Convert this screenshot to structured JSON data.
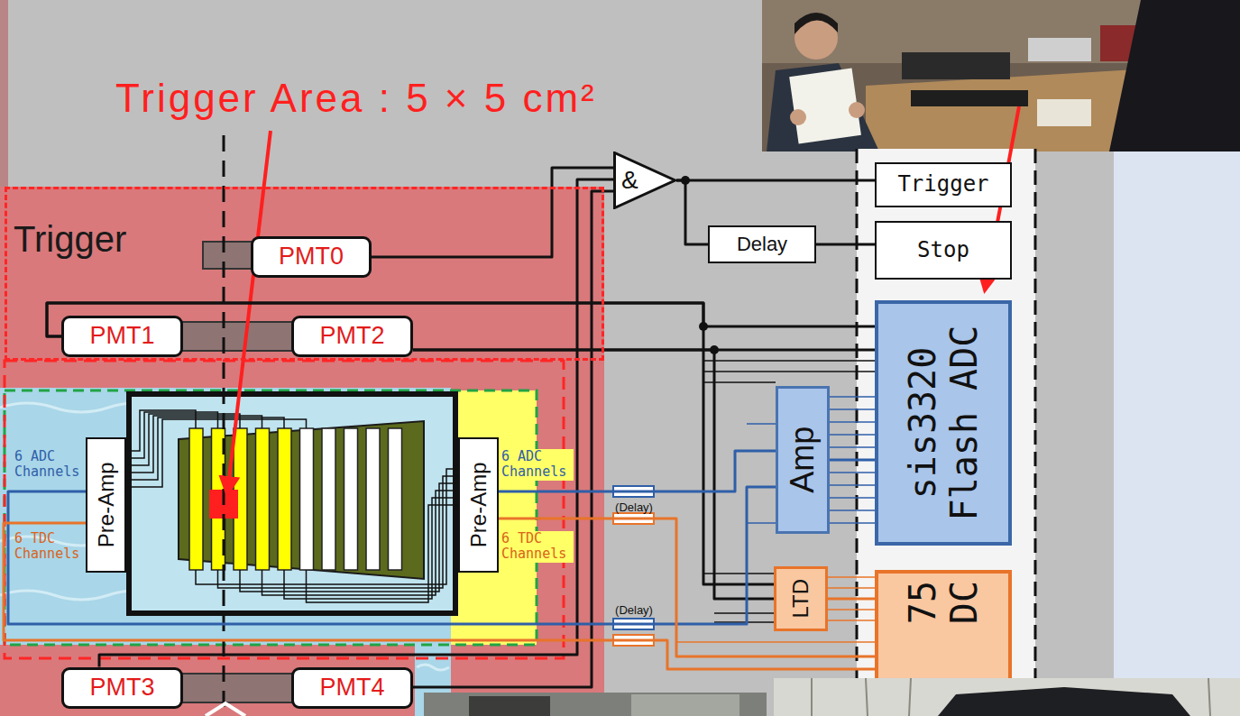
{
  "diagram": {
    "nodes": [
      {
        "text": [
          "Trigger"
        ]
      },
      {
        "text": [
          "PMT0"
        ],
        "in": 0
      },
      {
        "text": [
          "PMT1"
        ],
        "in": 0
      },
      {
        "text": [
          "PMT2"
        ],
        "in": 0
      },
      {
        "text": [
          "&"
        ]
      },
      {
        "text": [
          "Delay"
        ]
      },
      {
        "text": [
          "Trigger"
        ]
      },
      {
        "text": [
          "Stop"
        ]
      },
      {
        "text": [
          "sis3320 Flash ADC"
        ]
      },
      {
        "text": [
          "Pre-Amp"
        ]
      },
      {
        "text": [
          "Pre-Amp"
        ]
      },
      {
        "text": [
          "Amp"
        ]
      },
      {
        "text": [
          "LTD"
        ]
      },
      {
        "text": [
          "75 DC"
        ]
      },
      {
        "text": [
          "PMT3"
        ]
      },
      {
        "text": [
          "PMT4"
        ]
      }
    ],
    "edges": [
      {
        "from": 1,
        "to": 4,
        "arrow": "none"
      },
      {
        "from": 14,
        "to": 4,
        "arrow": "none"
      },
      {
        "from": 15,
        "to": 4,
        "arrow": "none"
      },
      {
        "from": 4,
        "to": 6,
        "arrow": "none"
      },
      {
        "from": 4,
        "to": 5,
        "arrow": "none"
      },
      {
        "from": 5,
        "to": 7,
        "arrow": "none"
      },
      {
        "from": 2,
        "to": 8,
        "arrow": "none"
      },
      {
        "from": 3,
        "to": 8,
        "arrow": "none"
      },
      {
        "from": 2,
        "to": 12,
        "arrow": "none"
      },
      {
        "from": 3,
        "to": 12,
        "arrow": "none"
      },
      {
        "from": 10,
        "to": 11,
        "arrow": "none"
      },
      {
        "from": 9,
        "to": 11,
        "arrow": "none"
      },
      {
        "from": 11,
        "to": 8,
        "arrow": "none"
      },
      {
        "from": 10,
        "to": 13,
        "arrow": "none"
      },
      {
        "from": 9,
        "to": 13,
        "arrow": "none"
      },
      {
        "from": 12,
        "to": 13,
        "arrow": "none"
      }
    ],
    "labels": [
      "Trigger Area : 5 × 5 cm²",
      "6 ADC Channels",
      "6 TDC Channels",
      "6 ADC Channels",
      "6 TDC Channels",
      "(Delay)",
      "(Delay)"
    ]
  }
}
